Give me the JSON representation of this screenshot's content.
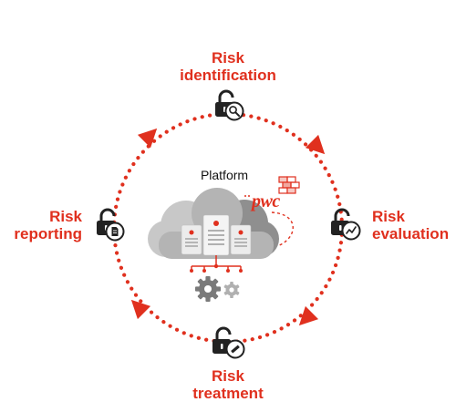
{
  "stages": {
    "top": {
      "line1": "Risk",
      "line2": "identification",
      "icon": "magnifier-icon"
    },
    "right": {
      "line1": "Risk",
      "line2": "evaluation",
      "icon": "trend-chart-icon"
    },
    "bottom": {
      "line1": "Risk",
      "line2": "treatment",
      "icon": "pencil-icon"
    },
    "left": {
      "line1": "Risk",
      "line2": "reporting",
      "icon": "document-icon"
    }
  },
  "center": {
    "title": "Platform",
    "brand": "pwc",
    "icons": [
      "cloud-icon",
      "server-icon",
      "gear-icon"
    ]
  },
  "colors": {
    "accent": "#e0301e",
    "icon_dark": "#222222",
    "cloud_light": "#c8c8c8",
    "cloud_dark": "#8f8f8f",
    "server": "#ececec"
  }
}
